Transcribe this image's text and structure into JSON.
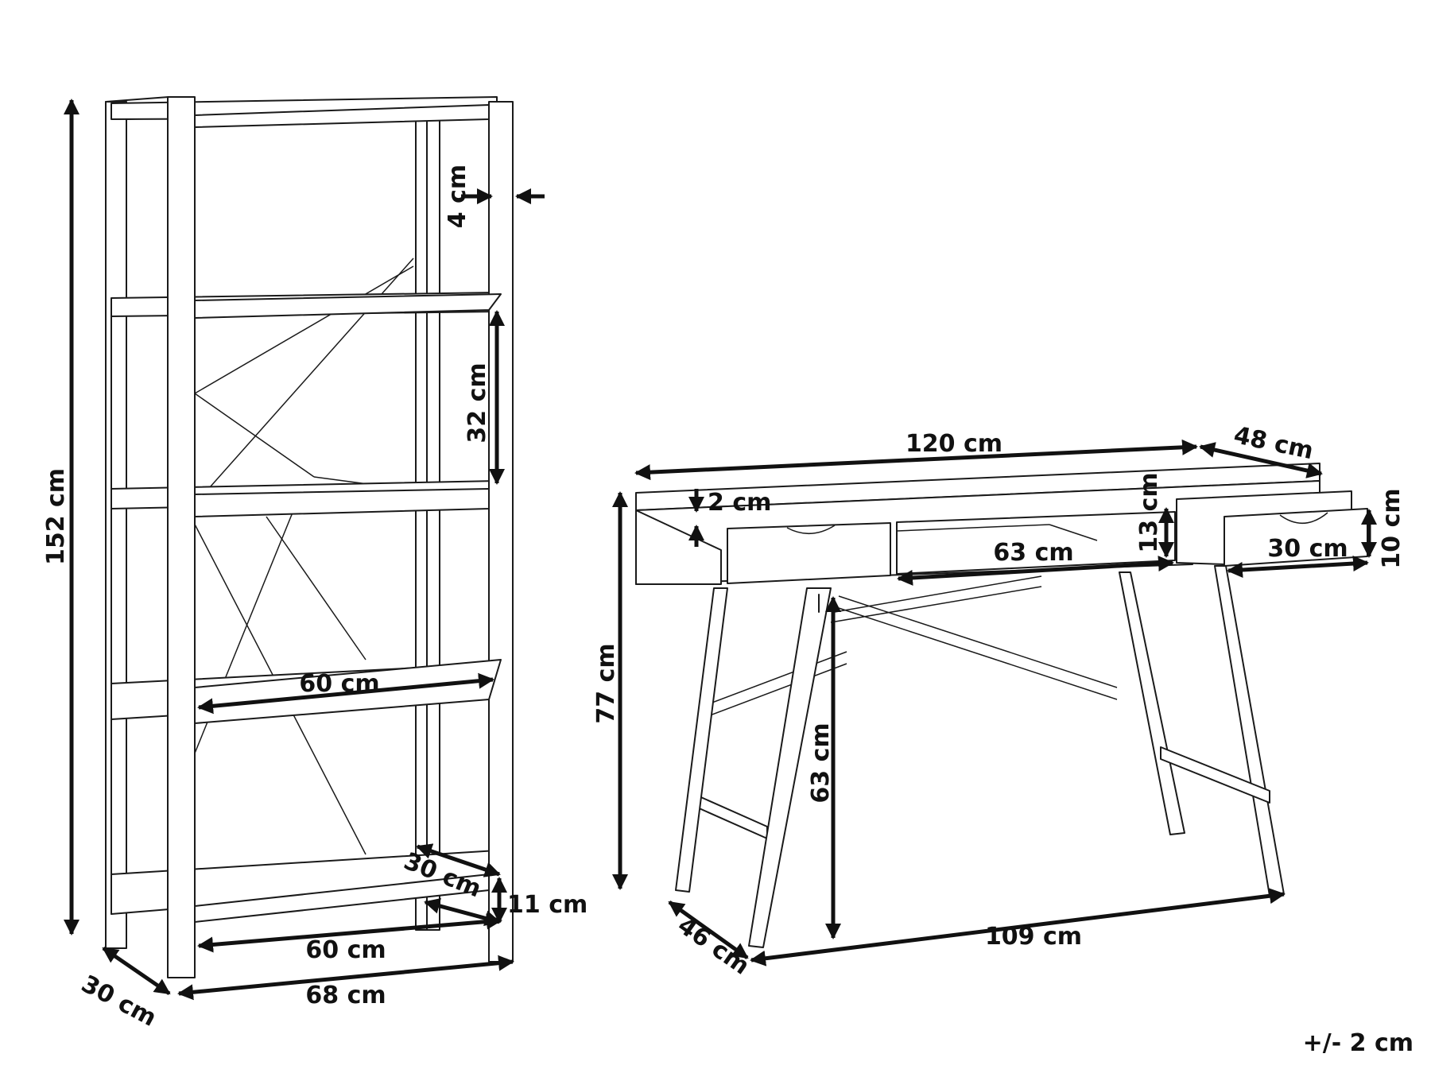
{
  "tolerance": "+/- 2 cm",
  "shelf": {
    "height": "152 cm",
    "depth": "30 cm",
    "width_outer": "68 cm",
    "width_inner": "60 cm",
    "width_shelf": "60 cm",
    "shelf_gap": "32 cm",
    "board_thickness": "4 cm",
    "bottom_depth": "30 cm",
    "bottom_height": "11 cm"
  },
  "desk": {
    "width_top": "120 cm",
    "depth_top": "48 cm",
    "top_thickness": "2 cm",
    "drawer_height": "13 cm",
    "middle_width": "63 cm",
    "drawer_width": "30 cm",
    "drawer_front_height": "10 cm",
    "height": "77 cm",
    "knee_height": "63 cm",
    "leg_width": "109 cm",
    "leg_depth": "46 cm"
  }
}
